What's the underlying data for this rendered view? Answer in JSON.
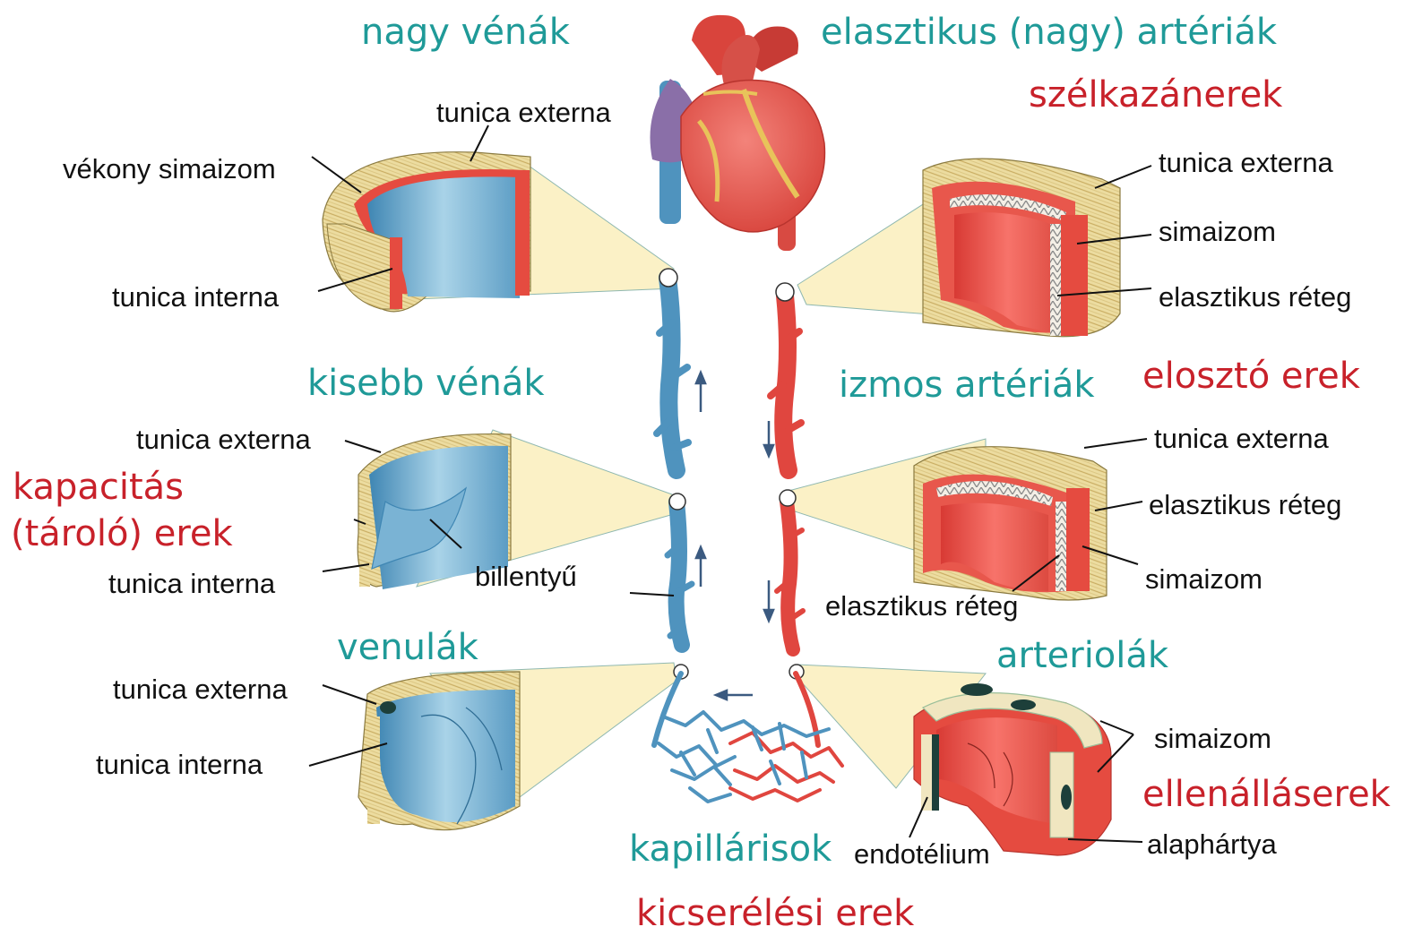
{
  "colors": {
    "vessel_type_heading": "#1f9a98",
    "function_heading": "#c8212a",
    "vein_blue": "#4f93be",
    "artery_red": "#e0463f",
    "tunica_externa": "#ead89a",
    "muscle_red": "#e65a4b",
    "magnifier_fill": "#fbf1c6"
  },
  "headings": {
    "large_veins": "nagy vénák",
    "elastic_arteries": "elasztikus (nagy) artériák",
    "windkessel_vessels": "szélkazánerek",
    "smaller_veins": "kisebb vénák",
    "muscular_arteries": "izmos artériák",
    "distribution_vessels": "elosztó erek",
    "capacitance_line1": "kapacitás",
    "capacitance_line2": "(tároló) erek",
    "venules": "venulák",
    "arterioles": "arteriolák",
    "resistance_vessels": "ellenálláserek",
    "capillaries": "kapillárisok",
    "exchange_vessels": "kicserélési erek"
  },
  "labels": {
    "large_vein_externa": "tunica externa",
    "large_vein_thin_muscle": "vékony simaizom",
    "large_vein_interna": "tunica interna",
    "elastic_artery_externa": "tunica externa",
    "elastic_artery_muscle": "simaizom",
    "elastic_artery_elastic": "elasztikus réteg",
    "small_vein_externa": "tunica externa",
    "small_vein_interna": "tunica interna",
    "small_vein_valve": "billentyű",
    "muscular_artery_externa": "tunica externa",
    "muscular_artery_elastic_outer": "elasztikus réteg",
    "muscular_artery_muscle": "simaizom",
    "muscular_artery_elastic_inner": "elasztikus réteg",
    "venule_externa": "tunica externa",
    "venule_interna": "tunica interna",
    "arteriole_muscle": "simaizom",
    "arteriole_endothelium": "endotélium",
    "arteriole_basement": "alaphártya"
  }
}
